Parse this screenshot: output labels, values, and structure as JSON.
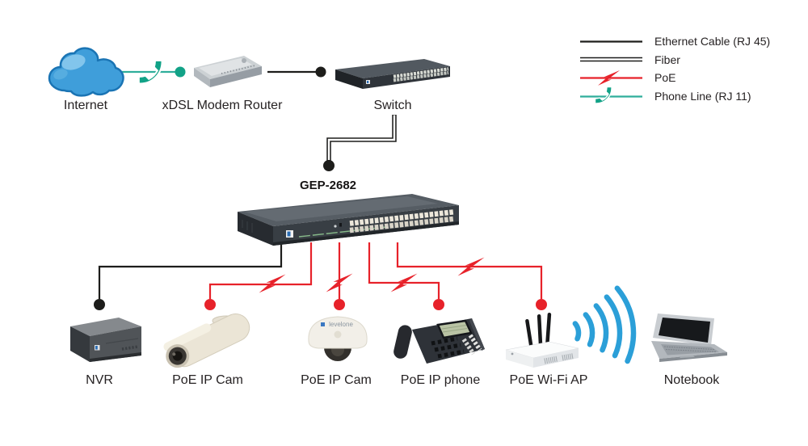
{
  "nodes": {
    "internet": {
      "label": "Internet"
    },
    "modem": {
      "label": "xDSL Modem Router"
    },
    "switch": {
      "label": "Switch"
    },
    "poe_switch": {
      "label": "GEP-2682"
    },
    "nvr": {
      "label": "NVR"
    },
    "bullet_cam": {
      "label": "PoE IP Cam"
    },
    "dome_cam": {
      "label": "PoE IP Cam",
      "brand": "levelone"
    },
    "ip_phone": {
      "label": "PoE IP phone"
    },
    "wifi_ap": {
      "label": "PoE Wi-Fi AP"
    },
    "notebook": {
      "label": "Notebook"
    }
  },
  "legend": {
    "items": [
      {
        "id": "ethernet",
        "label": "Ethernet Cable (RJ 45)"
      },
      {
        "id": "fiber",
        "label": "Fiber"
      },
      {
        "id": "poe",
        "label": "PoE"
      },
      {
        "id": "phone_line",
        "label": "Phone Line (RJ 11)"
      }
    ]
  },
  "connections": [
    {
      "from": "internet",
      "to": "modem",
      "type": "phone_line"
    },
    {
      "from": "modem",
      "to": "switch",
      "type": "ethernet"
    },
    {
      "from": "switch",
      "to": "poe_switch",
      "type": "fiber"
    },
    {
      "from": "poe_switch",
      "to": "nvr",
      "type": "ethernet"
    },
    {
      "from": "poe_switch",
      "to": "bullet_cam",
      "type": "poe"
    },
    {
      "from": "poe_switch",
      "to": "dome_cam",
      "type": "poe"
    },
    {
      "from": "poe_switch",
      "to": "ip_phone",
      "type": "poe"
    },
    {
      "from": "poe_switch",
      "to": "wifi_ap",
      "type": "poe"
    },
    {
      "from": "wifi_ap",
      "to": "notebook",
      "type": "wifi"
    }
  ],
  "colors": {
    "ethernet": "#1d1d1b",
    "fiber": "#1d1d1b",
    "poe": "#e7222a",
    "phone_line": "#2fae9b",
    "phone_handset": "#12a287",
    "wifi": "#2b9fd8",
    "cloud": "#3f9eda"
  }
}
